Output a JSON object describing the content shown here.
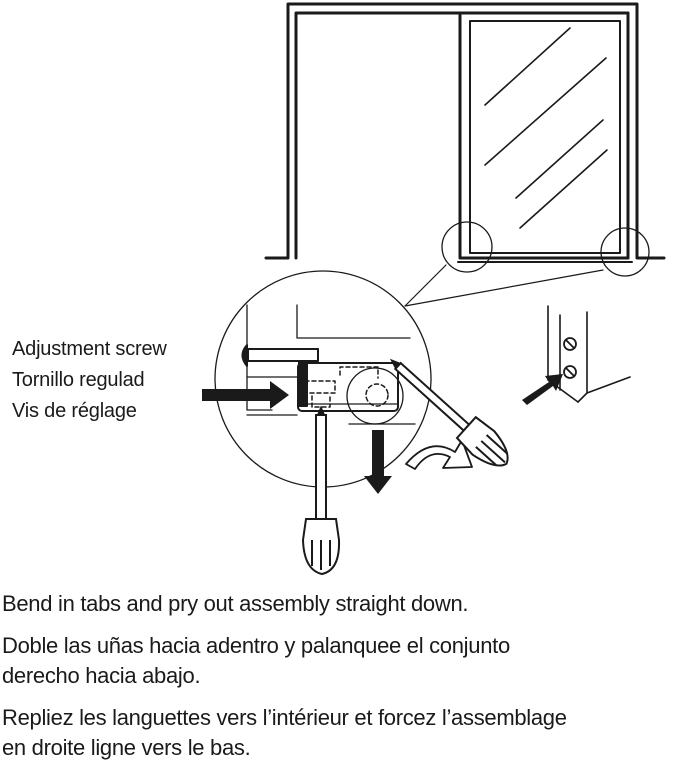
{
  "callout": {
    "label_en": "Adjustment screw",
    "label_es": "Tornillo regulad",
    "label_fr": "Vis de réglage"
  },
  "instructions": {
    "en": "Bend in tabs and pry out assembly straight down.",
    "es": "Doble las uñas hacia adentro y palanquee el conjunto\nderecho hacia abajo.",
    "fr": "Repliez les languettes vers l’intérieur et forcez l’assemblage\nen droite ligne vers le bas."
  },
  "icons": [
    "screwdriver-icon",
    "down-arrow-icon",
    "right-arrow-icon",
    "rotate-arrow-icon",
    "screw-icon"
  ],
  "colors": {
    "ink": "#1a1a1a",
    "background": "#ffffff"
  }
}
